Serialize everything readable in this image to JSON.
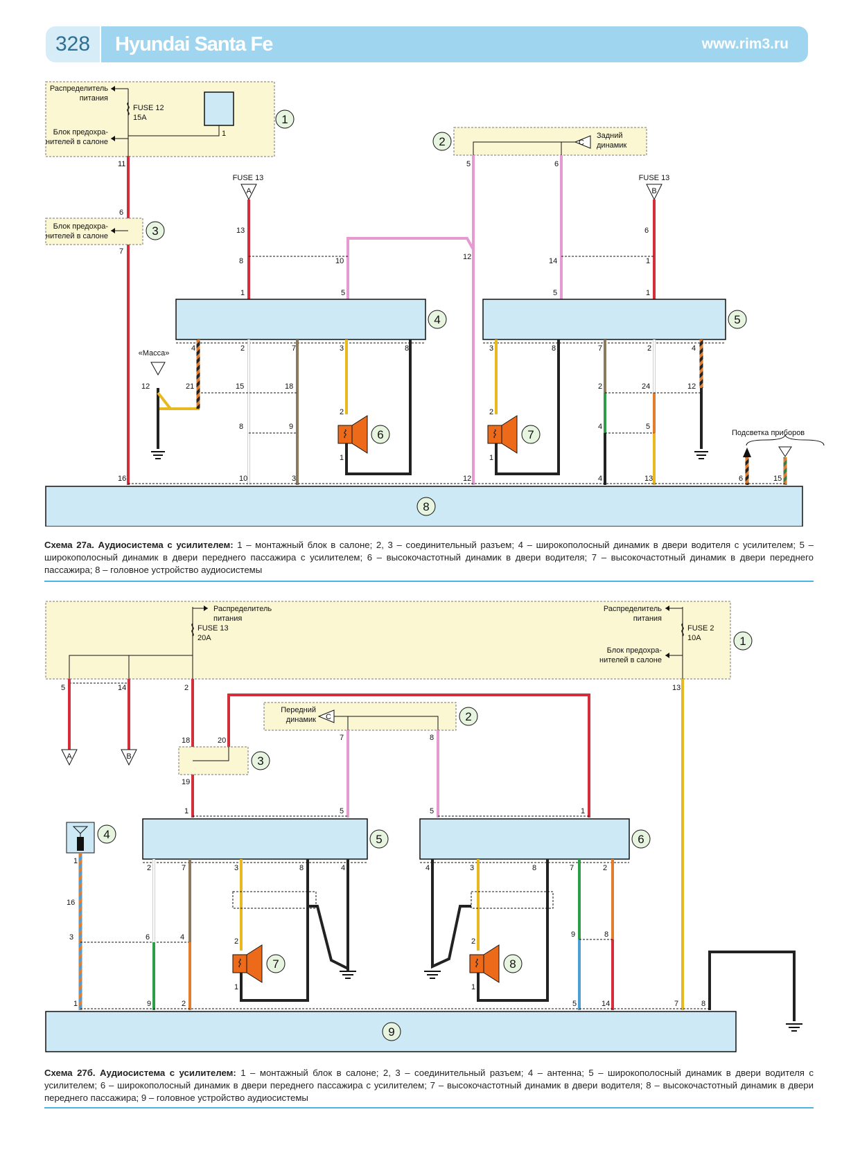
{
  "header": {
    "page_number": "328",
    "title": "Hyundai Santa Fe",
    "website": "www.rim3.ru"
  },
  "diagram_a": {
    "caption_title": "Схема 27а. Аудиосистема с усилителем:",
    "caption_text": "1 – монтажный блок в салоне; 2, 3 – соединительный разъем; 4 – широкополосный динамик в двери водителя с усилителем; 5 – широкополосный динамик в двери переднего пассажира с усилителем; 6 – высокочастотный динамик в двери водителя; 7 – высокочастотный динамик в двери переднего пассажира; 8 – головное устройство аудиосистемы",
    "labels": {
      "distributor_1": "Распределитель",
      "distributor_2": "питания",
      "fuse12": "FUSE 12",
      "fuse12_amp": "15A",
      "fuseblock_1": "Блок предохра-",
      "fuseblock_2": "нителей в салоне",
      "fuse13_left": "FUSE 13",
      "fuse13_right": "FUSE 13",
      "rear_speaker_1": "Задний",
      "rear_speaker_2": "динамик",
      "ground": "«Масса»",
      "instrument_light": "Подсветка приборов",
      "conn_a": "A",
      "conn_b": "B",
      "conn_c": "C"
    },
    "callouts": [
      "1",
      "2",
      "3",
      "4",
      "5",
      "6",
      "7",
      "8"
    ],
    "pins": {
      "p11": "11",
      "p6": "6",
      "p7": "7",
      "p16": "16",
      "p1inner": "1",
      "r5": "5",
      "r6": "6",
      "l13": "13",
      "l8": "8",
      "l1": "1",
      "l10": "10",
      "l5": "5",
      "r12": "12",
      "r14": "14",
      "r5b": "5",
      "rb6": "6",
      "rb1": "1",
      "rb1b": "1",
      "a4": "4",
      "a2": "2",
      "a7": "7",
      "a3": "3",
      "a8": "8",
      "g12": "12",
      "g21": "21",
      "g15": "15",
      "g18": "18",
      "g8": "8",
      "g9": "9",
      "t2": "2",
      "t1": "1",
      "b10": "10",
      "b3": "3",
      "b12": "12",
      "c3": "3",
      "c8": "8",
      "c7": "7",
      "c2": "2",
      "c4": "4",
      "d2": "2",
      "d24": "24",
      "d12": "12",
      "d4": "4",
      "d5": "5",
      "u2": "2",
      "u1": "1",
      "e4": "4",
      "e13": "13",
      "e6": "6",
      "e15": "15"
    }
  },
  "diagram_b": {
    "caption_title": "Схема 27б. Аудиосистема с усилителем:",
    "caption_text": "1 – монтажный блок в салоне; 2, 3 – соединительный разъем; 4 – антенна; 5 – широкополосный динамик в двери водителя с усилителем; 6 – широкополосный динамик в двери переднего пассажира с усилителем; 7 –  высокочастотный динамик в двери водителя; 8 – высокочастотный динамик в двери переднего пассажира; 9 – головное устройство аудиосистемы",
    "labels": {
      "distributor_1": "Распределитель",
      "distributor_2": "питания",
      "fuse13": "FUSE 13",
      "fuse13_amp": "20A",
      "distributor_r1": "Распределитель",
      "distributor_r2": "питания",
      "fuse2": "FUSE 2",
      "fuse2_amp": "10A",
      "fuseblock_1": "Блок предохра-",
      "fuseblock_2": "нителей в салоне",
      "front_speaker_1": "Передний",
      "front_speaker_2": "динамик",
      "conn_a": "A",
      "conn_b": "B",
      "conn_c": "C"
    },
    "callouts": [
      "1",
      "2",
      "3",
      "4",
      "5",
      "6",
      "7",
      "8",
      "9"
    ],
    "pins": {
      "p5": "5",
      "p14": "14",
      "p2": "2",
      "p13": "13",
      "p18": "18",
      "p20": "20",
      "p19": "19",
      "f7": "7",
      "f8": "8",
      "m1": "1",
      "m5": "5",
      "n5": "5",
      "n1": "1",
      "s2": "2",
      "s7": "7",
      "s3": "3",
      "s8": "8",
      "s4": "4",
      "q4": "4",
      "q3": "3",
      "q8": "8",
      "q7": "7",
      "q2": "2",
      "ant1": "1",
      "ant16": "16",
      "ant3": "3",
      "k6": "6",
      "k4": "4",
      "k9": "9",
      "k8": "8",
      "tw2": "2",
      "tw1": "1",
      "tx2": "2",
      "tx1": "1",
      "h1": "1",
      "h9": "9",
      "h2": "2",
      "h5": "5",
      "h14": "14",
      "h7": "7",
      "h8": "8"
    }
  },
  "colors": {
    "red": "#d32f3a",
    "pink": "#e79ad0",
    "yellow": "#e8b820",
    "brown": "#8c7a5e",
    "green": "#2e9d48",
    "orange": "#e07d2e",
    "blue": "#4e9ed8",
    "module": "#cde9f6",
    "connector": "#fbf7d2",
    "speaker": "#ec6a1a"
  }
}
